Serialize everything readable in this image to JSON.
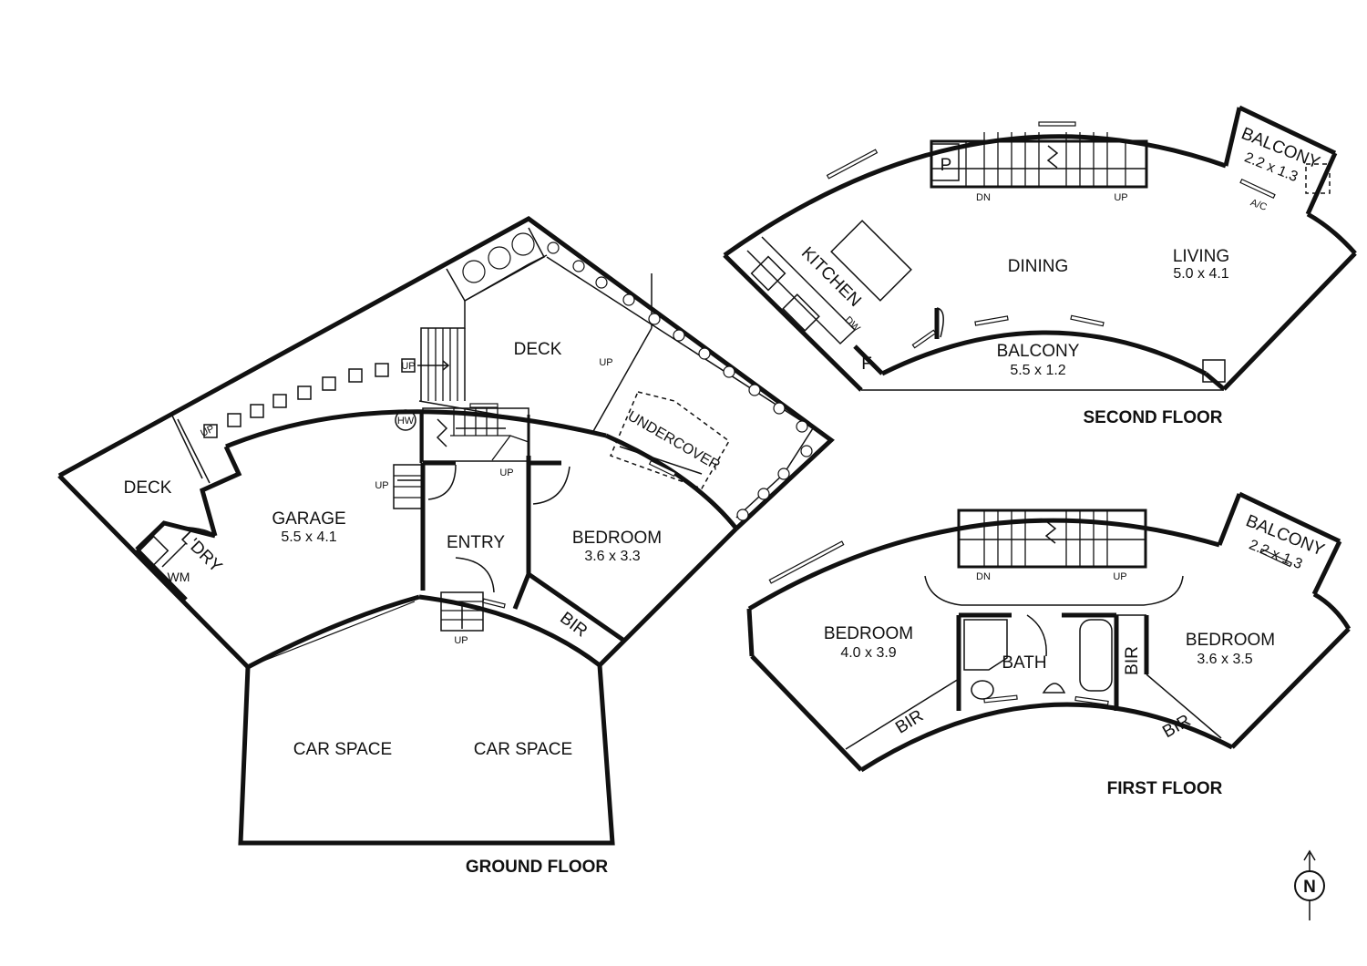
{
  "floors": {
    "ground": "GROUND FLOOR",
    "first": "FIRST FLOOR",
    "second": "SECOND FLOOR"
  },
  "ground_rooms": {
    "deck_left": "DECK",
    "deck_top": "DECK",
    "garage": "GARAGE",
    "garage_size": "5.5 x 4.1",
    "laundry": "L'DRY",
    "wm": "WM",
    "entry": "ENTRY",
    "bedroom": "BEDROOM",
    "bedroom_size": "3.6 x 3.3",
    "bir": "BIR",
    "undercover": "UNDERCOVER",
    "car_space_1": "CAR SPACE",
    "car_space_2": "CAR SPACE",
    "hw": "HW",
    "up": "UP"
  },
  "first_rooms": {
    "bedroom_left": "BEDROOM",
    "bedroom_left_size": "4.0 x 3.9",
    "bath": "BATH",
    "bedroom_right": "BEDROOM",
    "bedroom_right_size": "3.6 x 3.5",
    "bir": "BIR",
    "balcony": "BALCONY",
    "balcony_size": "2.2 x 1.3",
    "dn": "DN",
    "up": "UP"
  },
  "second_rooms": {
    "kitchen": "KITCHEN",
    "dining": "DINING",
    "living": "LIVING",
    "living_size": "5.0 x 4.1",
    "balcony_main": "BALCONY",
    "balcony_main_size": "5.5 x 1.2",
    "balcony_small": "BALCONY",
    "balcony_small_size": "2.2 x 1.3",
    "pantry": "P",
    "fridge": "F",
    "dw": "DW",
    "ac": "A/C",
    "dn": "DN",
    "up": "UP"
  },
  "compass": "N"
}
